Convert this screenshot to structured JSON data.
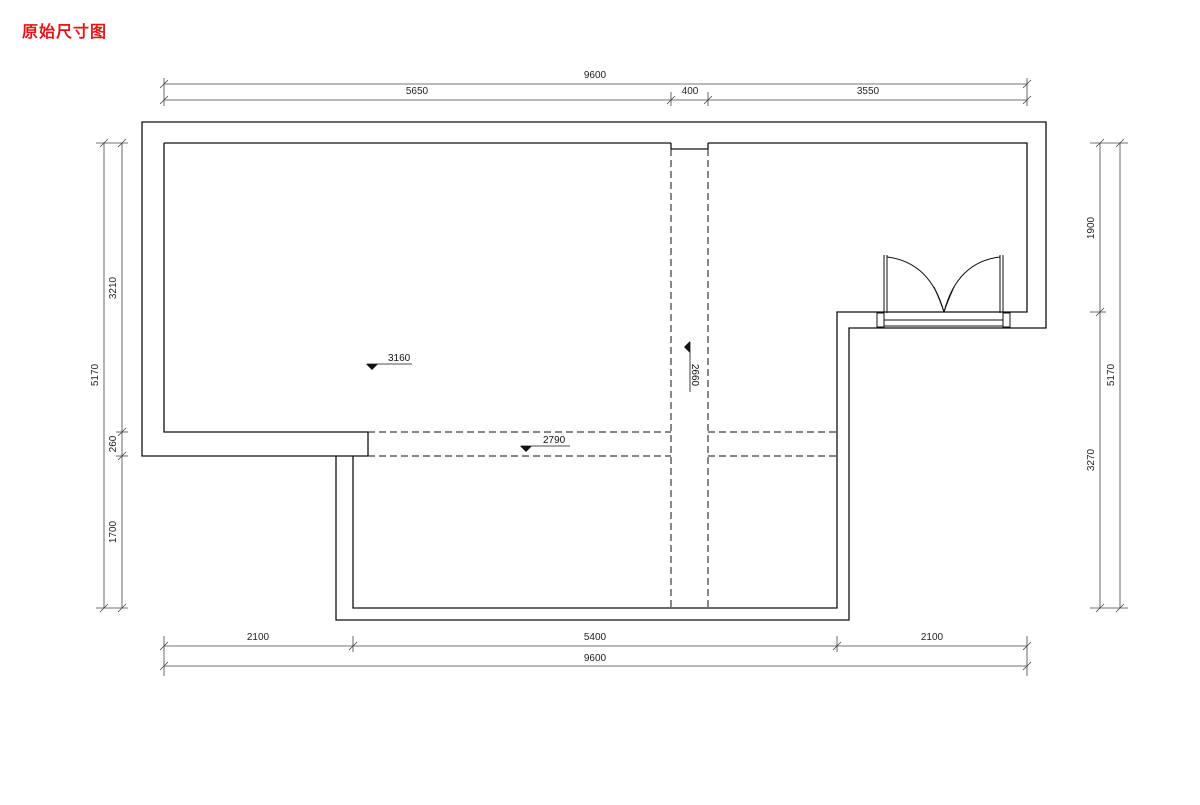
{
  "title": "原始尺寸图",
  "colors": {
    "title": "#e0161b",
    "line": "#111111",
    "dim_line": "#444444"
  },
  "dimensions": {
    "top_total": "9600",
    "top_left": "5650",
    "top_mid": "400",
    "top_right": "3550",
    "bottom_left": "2100",
    "bottom_mid": "5400",
    "bottom_right": "2100",
    "bottom_total": "9600",
    "left_total": "5170",
    "left_upper": "3210",
    "left_middle": "260",
    "left_lower": "1700",
    "right_total": "5170",
    "right_upper": "1900",
    "right_lower": "3270"
  },
  "levels": {
    "main_room": "3160",
    "corridor_beam": "2790",
    "vertical_beam": "2660"
  }
}
